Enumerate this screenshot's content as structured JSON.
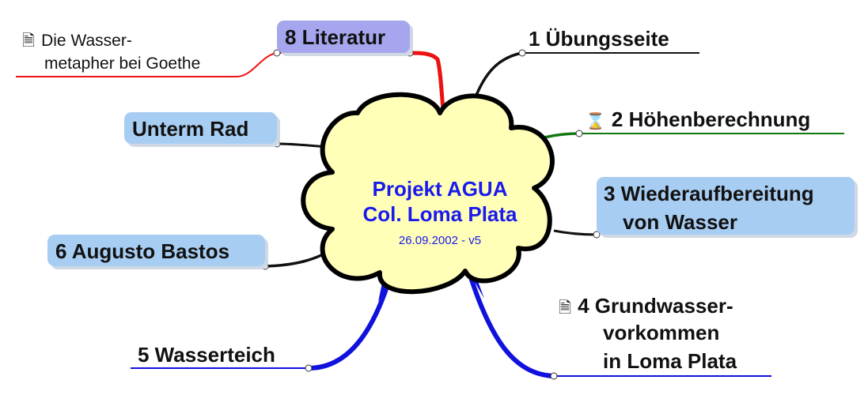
{
  "center": {
    "title_line1": "Projekt AGUA",
    "title_line2": "Col. Loma Plata",
    "version": "26.09.2002 - v5"
  },
  "branches": {
    "b1": {
      "label": "1 Übungsseite"
    },
    "b2": {
      "label": "2 Höhenberechnung",
      "icon": "hourglass-icon"
    },
    "b3": {
      "line1": "3 Wiederaufbereitung",
      "line2": "von Wasser"
    },
    "b4": {
      "line1": "4 Grundwasser-",
      "line2": "vorkommen",
      "line3": "in Loma Plata",
      "icon": "document-icon"
    },
    "b5": {
      "label": "5 Wasserteich"
    },
    "b6": {
      "label": "6 Augusto Bastos"
    },
    "b8": {
      "label": "8 Literatur"
    },
    "unterm": {
      "label": "Unterm Rad"
    },
    "goethe": {
      "line1": "Die Wasser-",
      "line2": "metapher bei Goethe",
      "icon": "document-icon"
    }
  },
  "colors": {
    "cloud_fill": "#ffffb8",
    "center_text": "#1a1aee",
    "topic_box": "#a8cdf2",
    "literatur_box": "#a6a6ee",
    "red_branch": "#ee1111",
    "blue_branch": "#1111dd",
    "green_branch": "#117711",
    "black_branch": "#111111"
  }
}
